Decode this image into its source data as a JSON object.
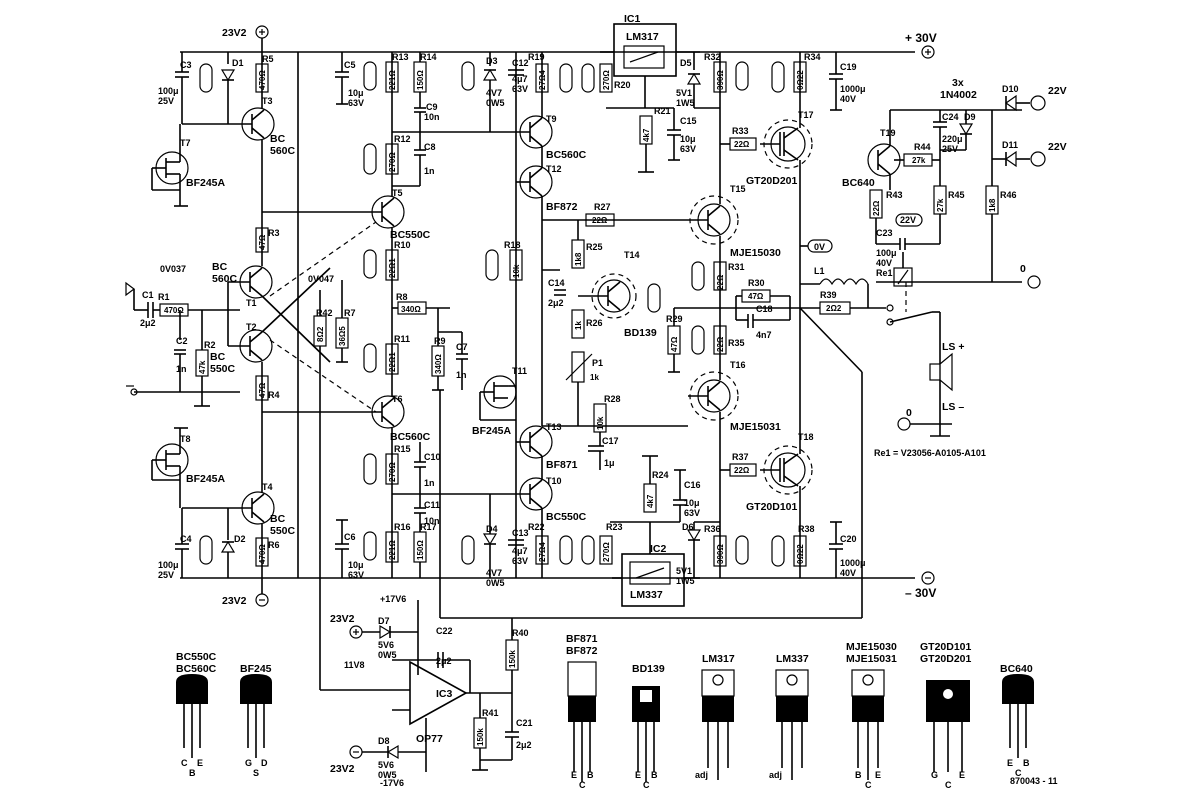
{
  "figure_id": "870043 - 11",
  "relay_note": "Re1 = V23056-A0105-A101",
  "rails": {
    "pos30": "+ 30V",
    "neg30": "– 30V",
    "pos23": "23V2",
    "neg23": "23V2",
    "ac_top": "22V",
    "ac_bot": "22V",
    "gnd": "0",
    "diodes_note_1": "3x",
    "diodes_note_2": "1N4002"
  },
  "voltage_tags": [
    "0V037",
    "0V047",
    "0V",
    "22V",
    "+17V6",
    "11V8",
    "-17V6"
  ],
  "ics": [
    {
      "ref": "IC1",
      "part": "LM317"
    },
    {
      "ref": "IC2",
      "part": "LM337"
    },
    {
      "ref": "IC3",
      "part": "OP77"
    }
  ],
  "transistors": [
    {
      "ref": "T1",
      "part": "BC 560C"
    },
    {
      "ref": "T2",
      "part": "BC 550C"
    },
    {
      "ref": "T3",
      "part": "BC 560C"
    },
    {
      "ref": "T4",
      "part": "BC 550C"
    },
    {
      "ref": "T5",
      "part": "BC550C"
    },
    {
      "ref": "T6",
      "part": "BC560C"
    },
    {
      "ref": "T7",
      "part": "BF245A"
    },
    {
      "ref": "T8",
      "part": "BF245A"
    },
    {
      "ref": "T9",
      "part": "BC560C"
    },
    {
      "ref": "T10",
      "part": "BC550C"
    },
    {
      "ref": "T11",
      "part": "BF245A"
    },
    {
      "ref": "T12",
      "part": "BF872"
    },
    {
      "ref": "T13",
      "part": "BF871"
    },
    {
      "ref": "T14",
      "part": "BD139"
    },
    {
      "ref": "T15",
      "part": "MJE15030"
    },
    {
      "ref": "T16",
      "part": "MJE15031"
    },
    {
      "ref": "T17",
      "part": "GT20D201"
    },
    {
      "ref": "T18",
      "part": "GT20D101"
    },
    {
      "ref": "T19",
      "part": "BC640"
    }
  ],
  "resistors": [
    {
      "ref": "R1",
      "value": "470Ω"
    },
    {
      "ref": "R2",
      "value": "47k"
    },
    {
      "ref": "R3",
      "value": "47Ω"
    },
    {
      "ref": "R4",
      "value": "47Ω"
    },
    {
      "ref": "R5",
      "value": "470Ω"
    },
    {
      "ref": "R6",
      "value": "470Ω"
    },
    {
      "ref": "R7",
      "value": "36Ω5"
    },
    {
      "ref": "R8",
      "value": "340Ω"
    },
    {
      "ref": "R9",
      "value": "340Ω"
    },
    {
      "ref": "R10",
      "value": "22Ω1"
    },
    {
      "ref": "R11",
      "value": "22Ω1"
    },
    {
      "ref": "R12",
      "value": "270Ω"
    },
    {
      "ref": "R13",
      "value": "221Ω"
    },
    {
      "ref": "R14",
      "value": "150Ω"
    },
    {
      "ref": "R15",
      "value": "270Ω"
    },
    {
      "ref": "R16",
      "value": "221Ω"
    },
    {
      "ref": "R17",
      "value": "150Ω"
    },
    {
      "ref": "R18",
      "value": "10k"
    },
    {
      "ref": "R19",
      "value": "27Ω4"
    },
    {
      "ref": "R20",
      "value": "270Ω"
    },
    {
      "ref": "R21",
      "value": "4k7"
    },
    {
      "ref": "R22",
      "value": "27Ω4"
    },
    {
      "ref": "R23",
      "value": "270Ω"
    },
    {
      "ref": "R24",
      "value": "4k7"
    },
    {
      "ref": "R25",
      "value": "1k8"
    },
    {
      "ref": "R26",
      "value": "1k"
    },
    {
      "ref": "R27",
      "value": "22Ω"
    },
    {
      "ref": "R28",
      "value": "10k"
    },
    {
      "ref": "R29",
      "value": "47Ω"
    },
    {
      "ref": "R30",
      "value": "47Ω"
    },
    {
      "ref": "R31",
      "value": "22Ω"
    },
    {
      "ref": "R32",
      "value": "390Ω"
    },
    {
      "ref": "R33",
      "value": "22Ω"
    },
    {
      "ref": "R34",
      "value": "0Ω22"
    },
    {
      "ref": "R35",
      "value": "22Ω"
    },
    {
      "ref": "R36",
      "value": "390Ω"
    },
    {
      "ref": "R37",
      "value": "22Ω"
    },
    {
      "ref": "R38",
      "value": "0Ω22"
    },
    {
      "ref": "R39",
      "value": "2Ω2"
    },
    {
      "ref": "R40",
      "value": "150k"
    },
    {
      "ref": "R41",
      "value": "150k"
    },
    {
      "ref": "R42",
      "value": "8Ω2"
    },
    {
      "ref": "R43",
      "value": "22Ω"
    },
    {
      "ref": "R44",
      "value": "27k"
    },
    {
      "ref": "R45",
      "value": "27k"
    },
    {
      "ref": "R46",
      "value": "1k8"
    },
    {
      "ref": "P1",
      "value": "1k"
    }
  ],
  "capacitors": [
    {
      "ref": "C1",
      "value": "2μ2"
    },
    {
      "ref": "C2",
      "value": "1n"
    },
    {
      "ref": "C3",
      "value": "100μ 25V"
    },
    {
      "ref": "C4",
      "value": "100μ 25V"
    },
    {
      "ref": "C5",
      "value": "10μ 63V"
    },
    {
      "ref": "C6",
      "value": "10μ 63V"
    },
    {
      "ref": "C7",
      "value": "1n"
    },
    {
      "ref": "C8",
      "value": "1n"
    },
    {
      "ref": "C9",
      "value": "10n"
    },
    {
      "ref": "C10",
      "value": "1n"
    },
    {
      "ref": "C11",
      "value": "10n"
    },
    {
      "ref": "C12",
      "value": "4μ7 63V"
    },
    {
      "ref": "C13",
      "value": "4μ7 63V"
    },
    {
      "ref": "C14",
      "value": "2μ2"
    },
    {
      "ref": "C15",
      "value": "10μ 63V"
    },
    {
      "ref": "C16",
      "value": "10μ 63V"
    },
    {
      "ref": "C17",
      "value": "1μ"
    },
    {
      "ref": "C18",
      "value": "4n7"
    },
    {
      "ref": "C19",
      "value": "1000μ 40V"
    },
    {
      "ref": "C20",
      "value": "1000μ 40V"
    },
    {
      "ref": "C21",
      "value": "2μ2"
    },
    {
      "ref": "C22",
      "value": "2μ2"
    },
    {
      "ref": "C23",
      "value": "100μ 40V"
    },
    {
      "ref": "C24",
      "value": "220μ 25V"
    }
  ],
  "diodes": [
    {
      "ref": "D1"
    },
    {
      "ref": "D2"
    },
    {
      "ref": "D3",
      "value": "4V7 0W5"
    },
    {
      "ref": "D4",
      "value": "4V7 0W5"
    },
    {
      "ref": "D5",
      "value": "5V1 1W5"
    },
    {
      "ref": "D6",
      "value": "5V1 1W5"
    },
    {
      "ref": "D7",
      "value": "5V6 0W5"
    },
    {
      "ref": "D8",
      "value": "5V6 0W5"
    },
    {
      "ref": "D9"
    },
    {
      "ref": "D10"
    },
    {
      "ref": "D11"
    }
  ],
  "misc": {
    "L1": "L1",
    "Re1": "Re1",
    "ls_plus": "LS +",
    "ls_minus": "LS –"
  },
  "packages": [
    {
      "name": "BC550C BC560C",
      "pins": [
        "C",
        "B",
        "E"
      ]
    },
    {
      "name": "BF245",
      "pins": [
        "G",
        "S",
        "D"
      ]
    },
    {
      "name": "BF871 BF872",
      "pins": [
        "E",
        "C",
        "B"
      ]
    },
    {
      "name": "BD139",
      "pins": [
        "E",
        "C",
        "B"
      ]
    },
    {
      "name": "LM317",
      "pins": [
        "adj",
        "",
        ""
      ]
    },
    {
      "name": "LM337",
      "pins": [
        "adj",
        "",
        ""
      ]
    },
    {
      "name": "MJE15030 MJE15031",
      "pins": [
        "B",
        "C",
        "E"
      ]
    },
    {
      "name": "GT20D101 GT20D201",
      "pins": [
        "G",
        "C",
        "E"
      ]
    },
    {
      "name": "BC640",
      "pins": [
        "E",
        "C",
        "B"
      ]
    }
  ]
}
